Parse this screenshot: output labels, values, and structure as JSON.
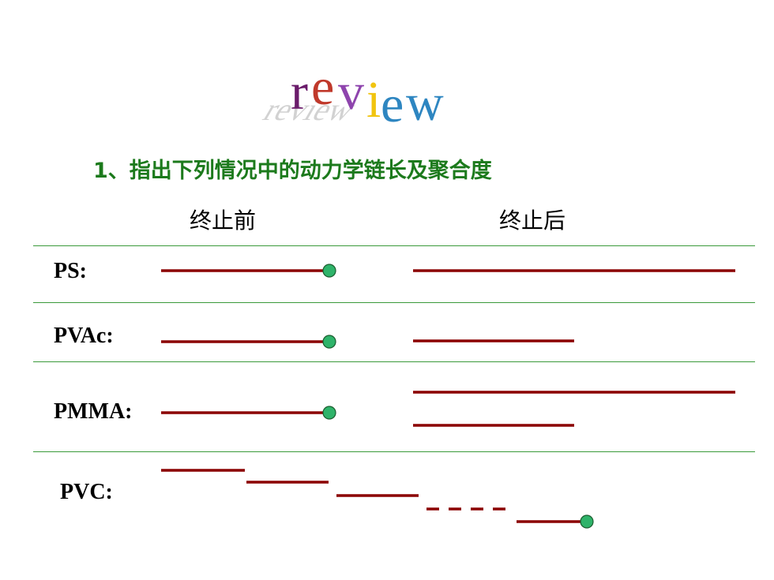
{
  "title": {
    "text": "review",
    "letter_colors": [
      "#6a1b6a",
      "#c0392b",
      "#8e44ad",
      "#f1c40f",
      "#2e86c1",
      "#2e86c1"
    ]
  },
  "question": "1、指出下列情况中的动力学链长及聚合度",
  "columns": {
    "before": "终止前",
    "after": "终止后"
  },
  "rows": [
    {
      "label": "PS:"
    },
    {
      "label": "PVAc:"
    },
    {
      "label": "PMMA:"
    },
    {
      "label": "PVC:"
    }
  ],
  "colors": {
    "chain": "#8b0000",
    "end_dot": "#2fb36a",
    "separator": "#3a9a3a",
    "question": "#1c7a1c"
  }
}
